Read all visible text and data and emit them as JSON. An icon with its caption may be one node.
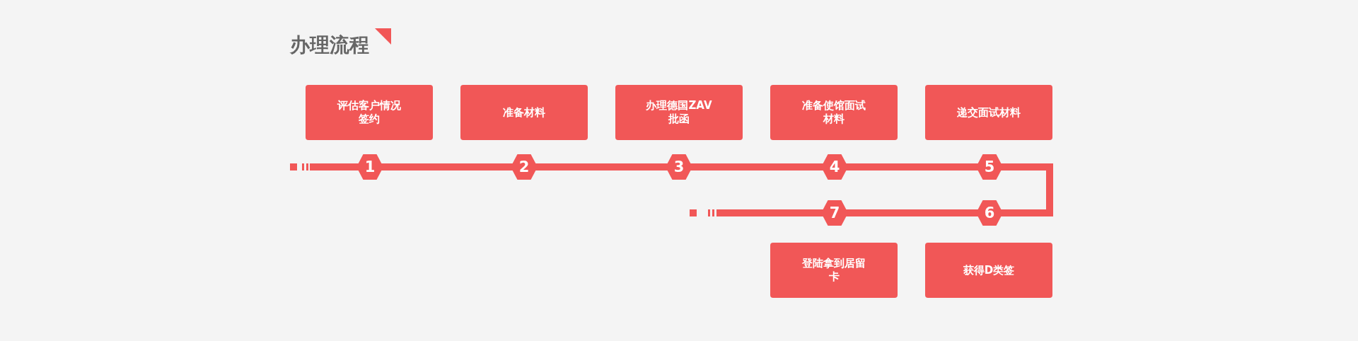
{
  "diagram": {
    "title": "办理流程",
    "nodes": [
      {
        "text": [
          "评估客户情况签约"
        ]
      },
      {
        "text": [
          "准备材料"
        ]
      },
      {
        "text": [
          "办理德国ZAV批函"
        ]
      },
      {
        "text": [
          "准备使馆面试材料"
        ]
      },
      {
        "text": [
          "递交面试材料"
        ]
      },
      {
        "text": [
          "1"
        ]
      },
      {
        "text": [
          "2"
        ]
      },
      {
        "text": [
          "3"
        ]
      },
      {
        "text": [
          "4"
        ]
      },
      {
        "text": [
          "5"
        ]
      },
      {
        "text": [
          "6"
        ]
      },
      {
        "text": [
          "7"
        ]
      },
      {
        "text": [
          "登陆拿到居留卡"
        ]
      },
      {
        "text": [
          "获得D类签"
        ]
      }
    ],
    "edges": [
      {
        "from": null,
        "to": 5,
        "arrow": "other"
      },
      {
        "from": 5,
        "to": 6,
        "arrow": "none"
      },
      {
        "from": 6,
        "to": 7,
        "arrow": "none"
      },
      {
        "from": 7,
        "to": 8,
        "arrow": "none"
      },
      {
        "from": 8,
        "to": 9,
        "arrow": "none"
      },
      {
        "from": 9,
        "to": 10,
        "arrow": "none"
      },
      {
        "from": 10,
        "to": 11,
        "arrow": "none"
      },
      {
        "from": 11,
        "to": null,
        "arrow": "other"
      }
    ]
  }
}
